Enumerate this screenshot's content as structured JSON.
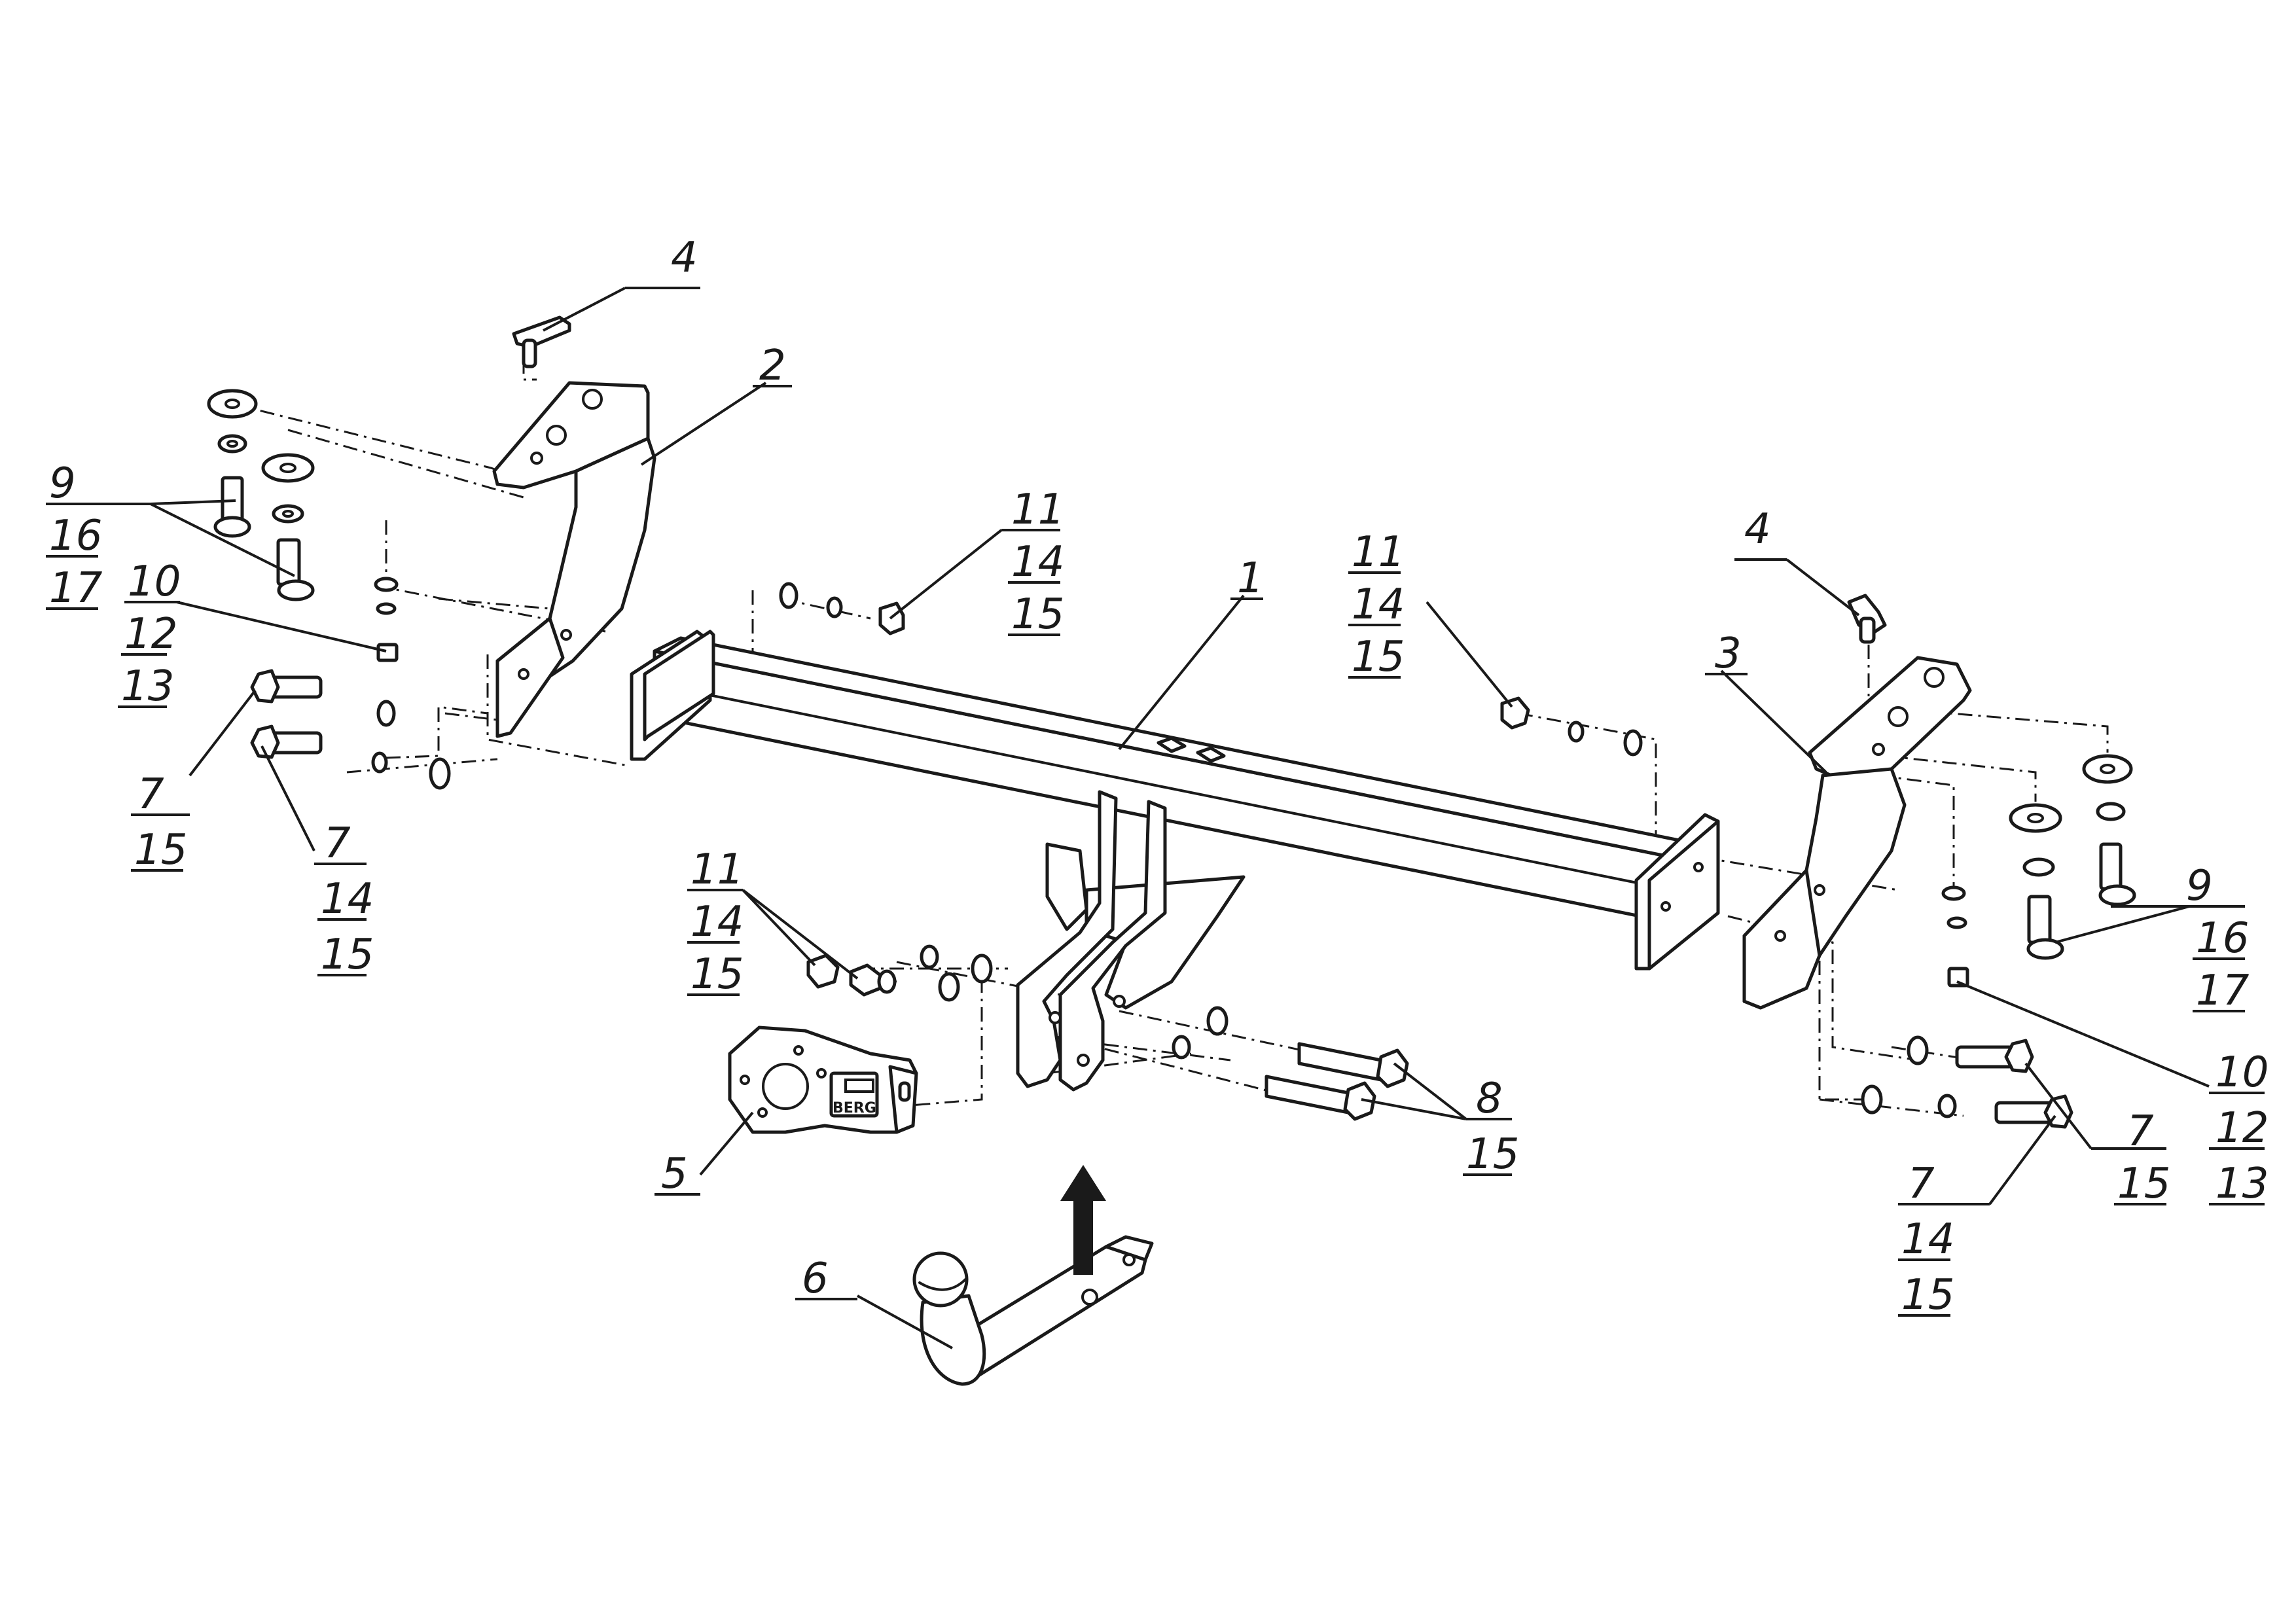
{
  "labels": [
    {
      "lines": [
        "1"
      ]
    },
    {
      "lines": [
        "2"
      ]
    },
    {
      "lines": [
        "3"
      ]
    },
    {
      "lines": [
        "4"
      ]
    },
    {
      "lines": [
        "4"
      ]
    },
    {
      "lines": [
        "5"
      ]
    },
    {
      "lines": [
        "6"
      ]
    },
    {
      "lines": [
        "7",
        "15"
      ]
    },
    {
      "lines": [
        "7",
        "14",
        "15"
      ]
    },
    {
      "lines": [
        "7",
        "15"
      ]
    },
    {
      "lines": [
        "7",
        "14",
        "15"
      ]
    },
    {
      "lines": [
        "8",
        "15"
      ]
    },
    {
      "lines": [
        "9",
        "16",
        "17"
      ]
    },
    {
      "lines": [
        "9",
        "16",
        "17"
      ]
    },
    {
      "lines": [
        "10",
        "12",
        "13"
      ]
    },
    {
      "lines": [
        "10",
        "12",
        "13"
      ]
    },
    {
      "lines": [
        "11",
        "14",
        "15"
      ]
    },
    {
      "lines": [
        "11",
        "14",
        "15"
      ]
    },
    {
      "lines": [
        "11",
        "14",
        "15"
      ]
    }
  ],
  "socket_plate": {
    "brand": "BERG"
  }
}
